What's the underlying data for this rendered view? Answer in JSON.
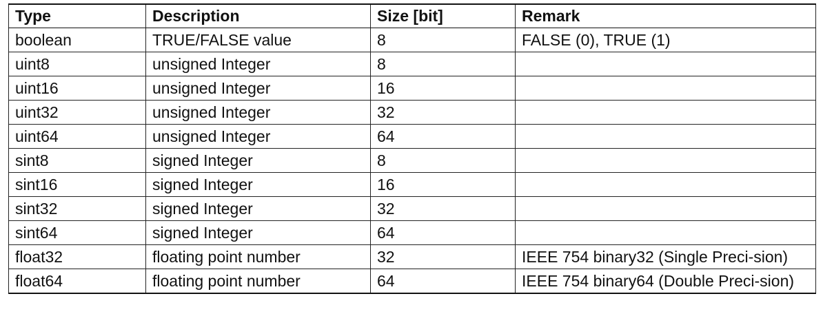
{
  "table": {
    "headers": [
      "Type",
      "Description",
      "Size [bit]",
      "Remark"
    ],
    "rows": [
      [
        "boolean",
        "TRUE/FALSE value",
        "8",
        "FALSE (0), TRUE (1)"
      ],
      [
        "uint8",
        "unsigned Integer",
        "8",
        ""
      ],
      [
        "uint16",
        "unsigned Integer",
        "16",
        ""
      ],
      [
        "uint32",
        "unsigned Integer",
        "32",
        ""
      ],
      [
        "uint64",
        "unsigned Integer",
        "64",
        ""
      ],
      [
        "sint8",
        "signed Integer",
        "8",
        ""
      ],
      [
        "sint16",
        "signed Integer",
        "16",
        ""
      ],
      [
        "sint32",
        "signed Integer",
        "32",
        ""
      ],
      [
        "sint64",
        "signed Integer",
        "64",
        ""
      ],
      [
        "float32",
        "floating point number",
        "32",
        "IEEE 754 binary32 (Single Preci-sion)"
      ],
      [
        "float64",
        "floating point number",
        "64",
        "IEEE 754 binary64 (Double Preci-sion)"
      ]
    ]
  }
}
